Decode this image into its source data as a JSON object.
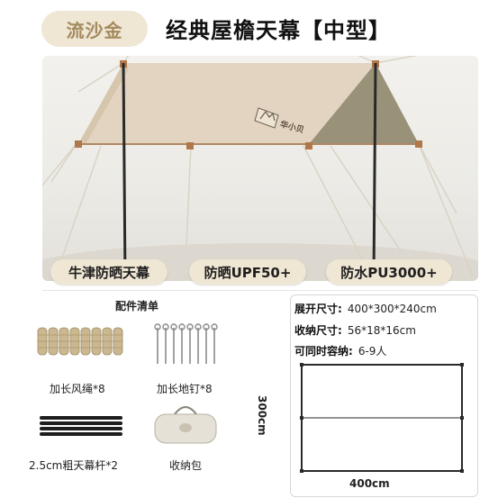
{
  "header": {
    "badge": "流沙金",
    "title": "经典屋檐天幕【中型】"
  },
  "hero": {
    "brand": "华小贝",
    "features": [
      "牛津防晒天幕",
      "防晒UPF50+",
      "防水PU3000+"
    ]
  },
  "parts": {
    "title": "配件清单",
    "items": [
      {
        "label": "加长风绳*8",
        "icon": "rope-bundle-icon"
      },
      {
        "label": "加长地钉*8",
        "icon": "ground-stake-icon"
      },
      {
        "label": "2.5cm粗天幕杆*2",
        "icon": "tent-pole-icon"
      },
      {
        "label": "收纳包",
        "icon": "storage-bag-icon"
      }
    ]
  },
  "specs": {
    "rows": [
      {
        "key": "展开尺寸:",
        "value": "400*300*240cm"
      },
      {
        "key": "收纳尺寸:",
        "value": "56*18*16cm"
      },
      {
        "key": "可同时容纳:",
        "value": "6-9人"
      }
    ],
    "dim_height": "300cm",
    "dim_width": "400cm"
  },
  "colors": {
    "accent": "#a48a5e",
    "pill_bg": "#efe6d4",
    "tarp": "#e2d4c0",
    "tarp_side": "#9a9278"
  }
}
